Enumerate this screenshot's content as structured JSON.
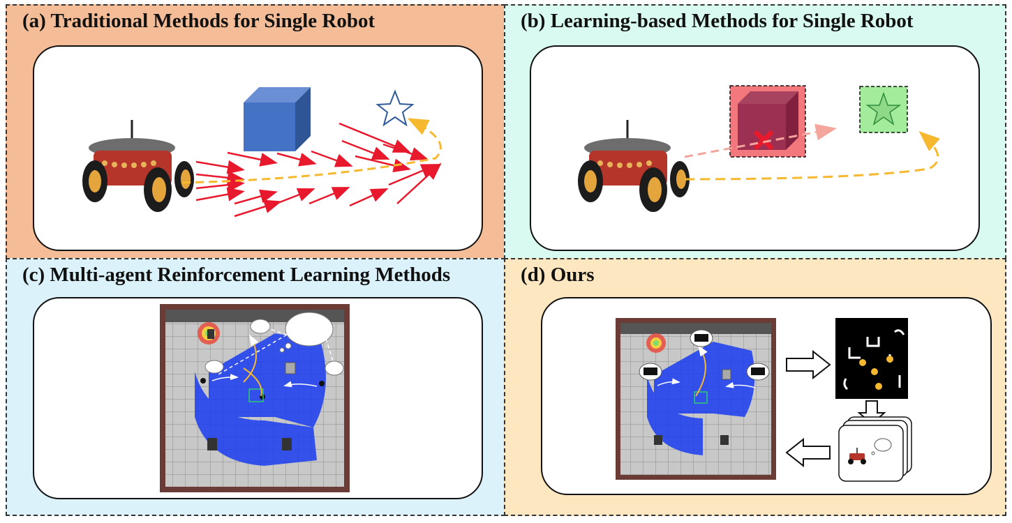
{
  "panels": {
    "a": {
      "title": "(a) Traditional Methods for Single Robot",
      "bg": "#f4bd98"
    },
    "b": {
      "title": "(b) Learning-based Methods for Single Robot",
      "bg": "#d9faf0"
    },
    "c": {
      "title": "(c) Multi-agent Reinforcement Learning Methods",
      "bg": "#dcf2fb"
    },
    "d": {
      "title": "(d) Ours",
      "bg": "#fde7c1"
    }
  },
  "colors": {
    "arrow_red": "#e8192c",
    "path_yellow": "#f5b82e",
    "cube_blue": "#4472c4",
    "cube_red": "#b03a55",
    "goal_green": "#a3ec9c",
    "star_outline": "#2e5a9c",
    "robot_red": "#c0392b",
    "sensor_blue": "#1a3cf0"
  },
  "icons": [
    "robot-icon",
    "cube-obstacle-icon",
    "star-goal-icon",
    "cross-icon",
    "thought-bubble-icon",
    "block-arrow-icon"
  ]
}
